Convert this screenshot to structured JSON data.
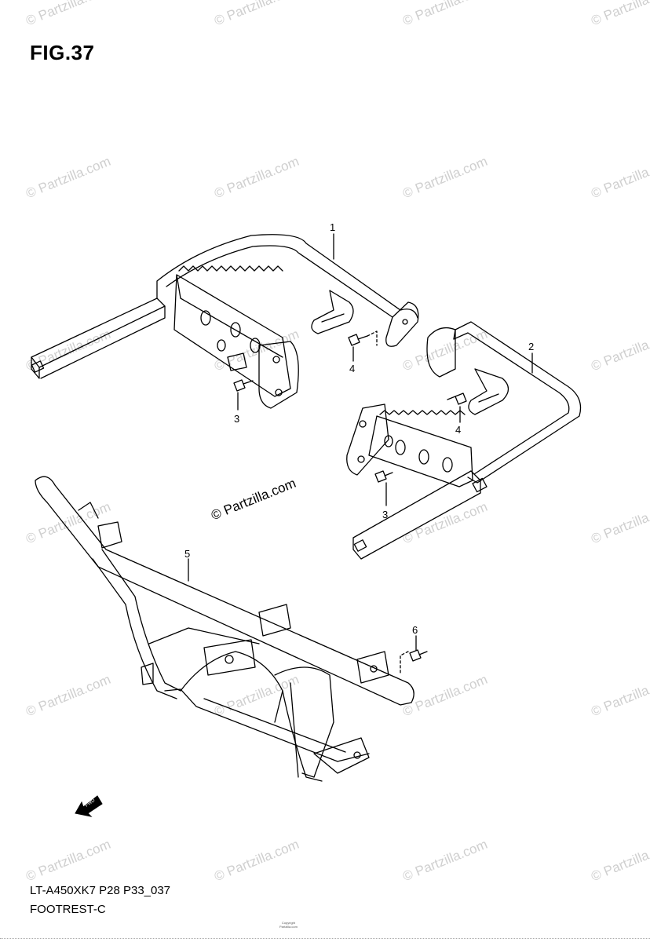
{
  "figure": {
    "title": "FIG.37",
    "model_code": "LT-A450XK7  P28  P33_037",
    "section_name": "FOOTREST-C"
  },
  "watermark": {
    "text": "© Partzilla.com",
    "center_text": "© Partzilla.com"
  },
  "copyright": {
    "line1": "Copyright",
    "line2": "Partzilla.com"
  },
  "callouts": [
    "1",
    "2",
    "3",
    "3",
    "4",
    "4",
    "5",
    "6"
  ],
  "fwd_label": "FWD",
  "colors": {
    "line": "#000000",
    "watermark": "#cfcfcf",
    "background": "#ffffff"
  }
}
